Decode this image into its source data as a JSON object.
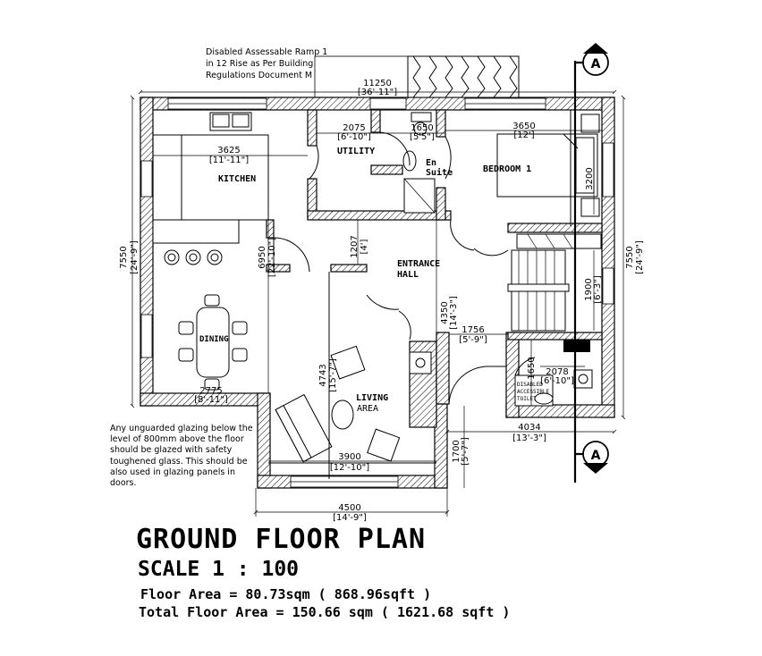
{
  "title": "GROUND FLOOR PLAN",
  "scale": "SCALE 1 : 100",
  "floor_area": "Floor Area = 80.73sqm ( 868.96sqft )",
  "total_floor_area": "Total Floor Area = 150.66 sqm ( 1621.68 sqft )",
  "notes": {
    "ramp_line1": "Disabled Assessable Ramp 1",
    "ramp_line2": "in 12 Rise as Per Building",
    "ramp_line3": "Regulations Document M",
    "glazing": "Any unguarded glazing below the level of 800mm above the floor should be glazed with safety toughened glass. This should be also used in glazing panels in doors."
  },
  "rooms": {
    "kitchen": "KITCHEN",
    "dining": "DINING",
    "utility": "UTILITY",
    "en_suite_1": "En",
    "en_suite_2": "Suite",
    "bedroom": "BEDROOM 1",
    "entrance_1": "ENTRANCE",
    "entrance_2": "HALL",
    "living_1": "LIVING",
    "living_2": "AREA",
    "toilet_1": "DISABLED",
    "toilet_2": "ACCESSIBLE",
    "toilet_3": "TOILET"
  },
  "section_marker": "A",
  "dimensions": {
    "overall_width": "11250",
    "overall_width_imp": "[36'-11\"]",
    "utility_w": "2075",
    "utility_w_imp": "[6'-10\"]",
    "ensuite_w": "1650",
    "ensuite_w_imp": "[5'5\"]",
    "bedroom_w": "3650",
    "bedroom_w_imp": "[12']",
    "kitchen_w": "3625",
    "kitchen_w_imp": "[11'-11\"]",
    "left_height": "7550",
    "left_height_imp": "[24'-9\"]",
    "right_height": "7550",
    "right_height_imp": "[24'-9\"]",
    "kitchen_h": "6950",
    "kitchen_h_imp": "[22'-10\"]",
    "hall_h": "1207",
    "hall_h_imp": "[4']",
    "bed_h": "3200",
    "stair_h": "1900",
    "stair_h_imp": "[6'-3\"]",
    "hall_depth": "4350",
    "hall_depth_imp": "[14'-3\"]",
    "stair_w": "1756",
    "stair_w_imp": "[5'-9\"]",
    "toilet_h": "1650",
    "toilet_w": "2078",
    "toilet_w_imp": "[6'-10\"]",
    "dining_w": "2775",
    "dining_w_imp": "[8'-11\"]",
    "living_h": "4743",
    "living_h_imp": "[15'-7\"]",
    "living_w": "3900",
    "living_w_imp": "[12'-10\"]",
    "porch_h": "1700",
    "porch_h_imp": "[5'-7\"]",
    "right_wing_w": "4034",
    "right_wing_w_imp": "[13'-3\"]",
    "bottom_w": "4500",
    "bottom_w_imp": "[14'-9\"]"
  }
}
